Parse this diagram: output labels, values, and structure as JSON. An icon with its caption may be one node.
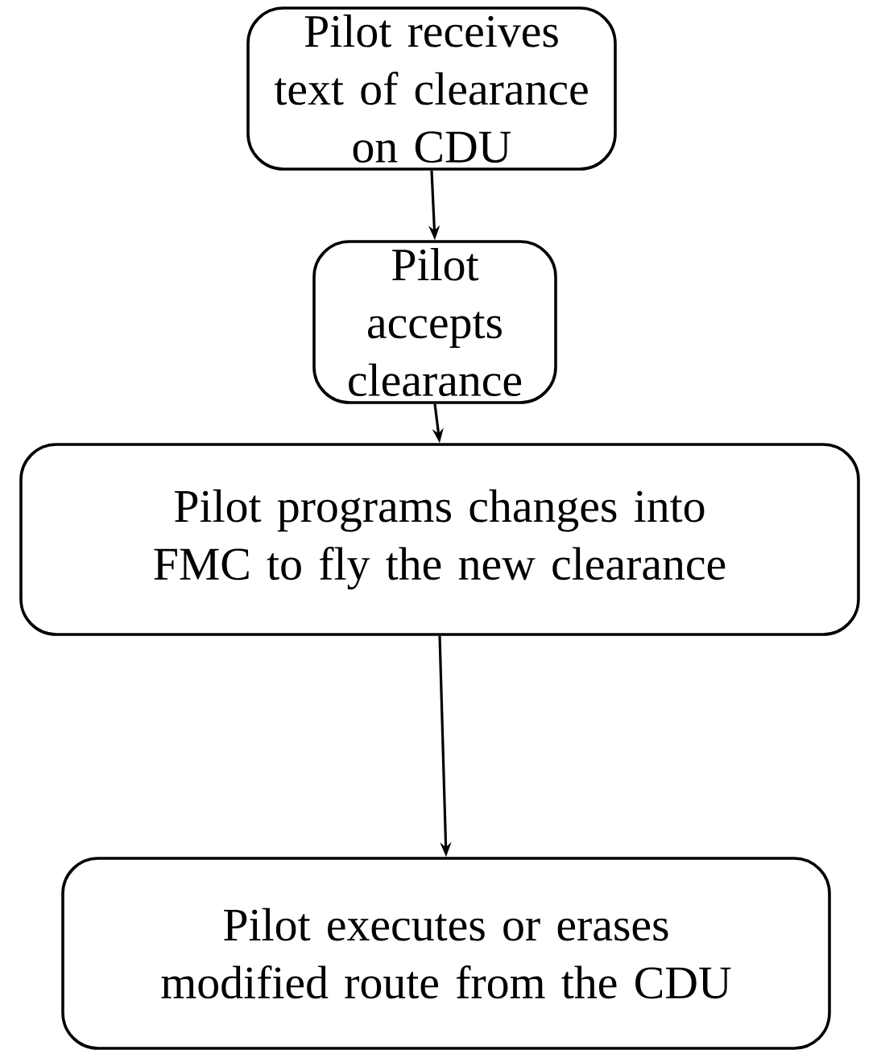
{
  "diagram": {
    "nodes": [
      {
        "text": [
          "Pilot receives text of clearance on CDU"
        ]
      },
      {
        "text": [
          "Pilot accepts clearance"
        ]
      },
      {
        "text": [
          "Pilot programs changes into FMC to fly the new clearance"
        ]
      },
      {
        "text": [
          "Pilot executes or erases modified route from the CDU"
        ]
      }
    ],
    "edges": [
      {
        "from": 0,
        "to": 1,
        "arrow": "to"
      },
      {
        "from": 1,
        "to": 2,
        "arrow": "to"
      },
      {
        "from": 2,
        "to": 3,
        "arrow": "to"
      }
    ]
  }
}
